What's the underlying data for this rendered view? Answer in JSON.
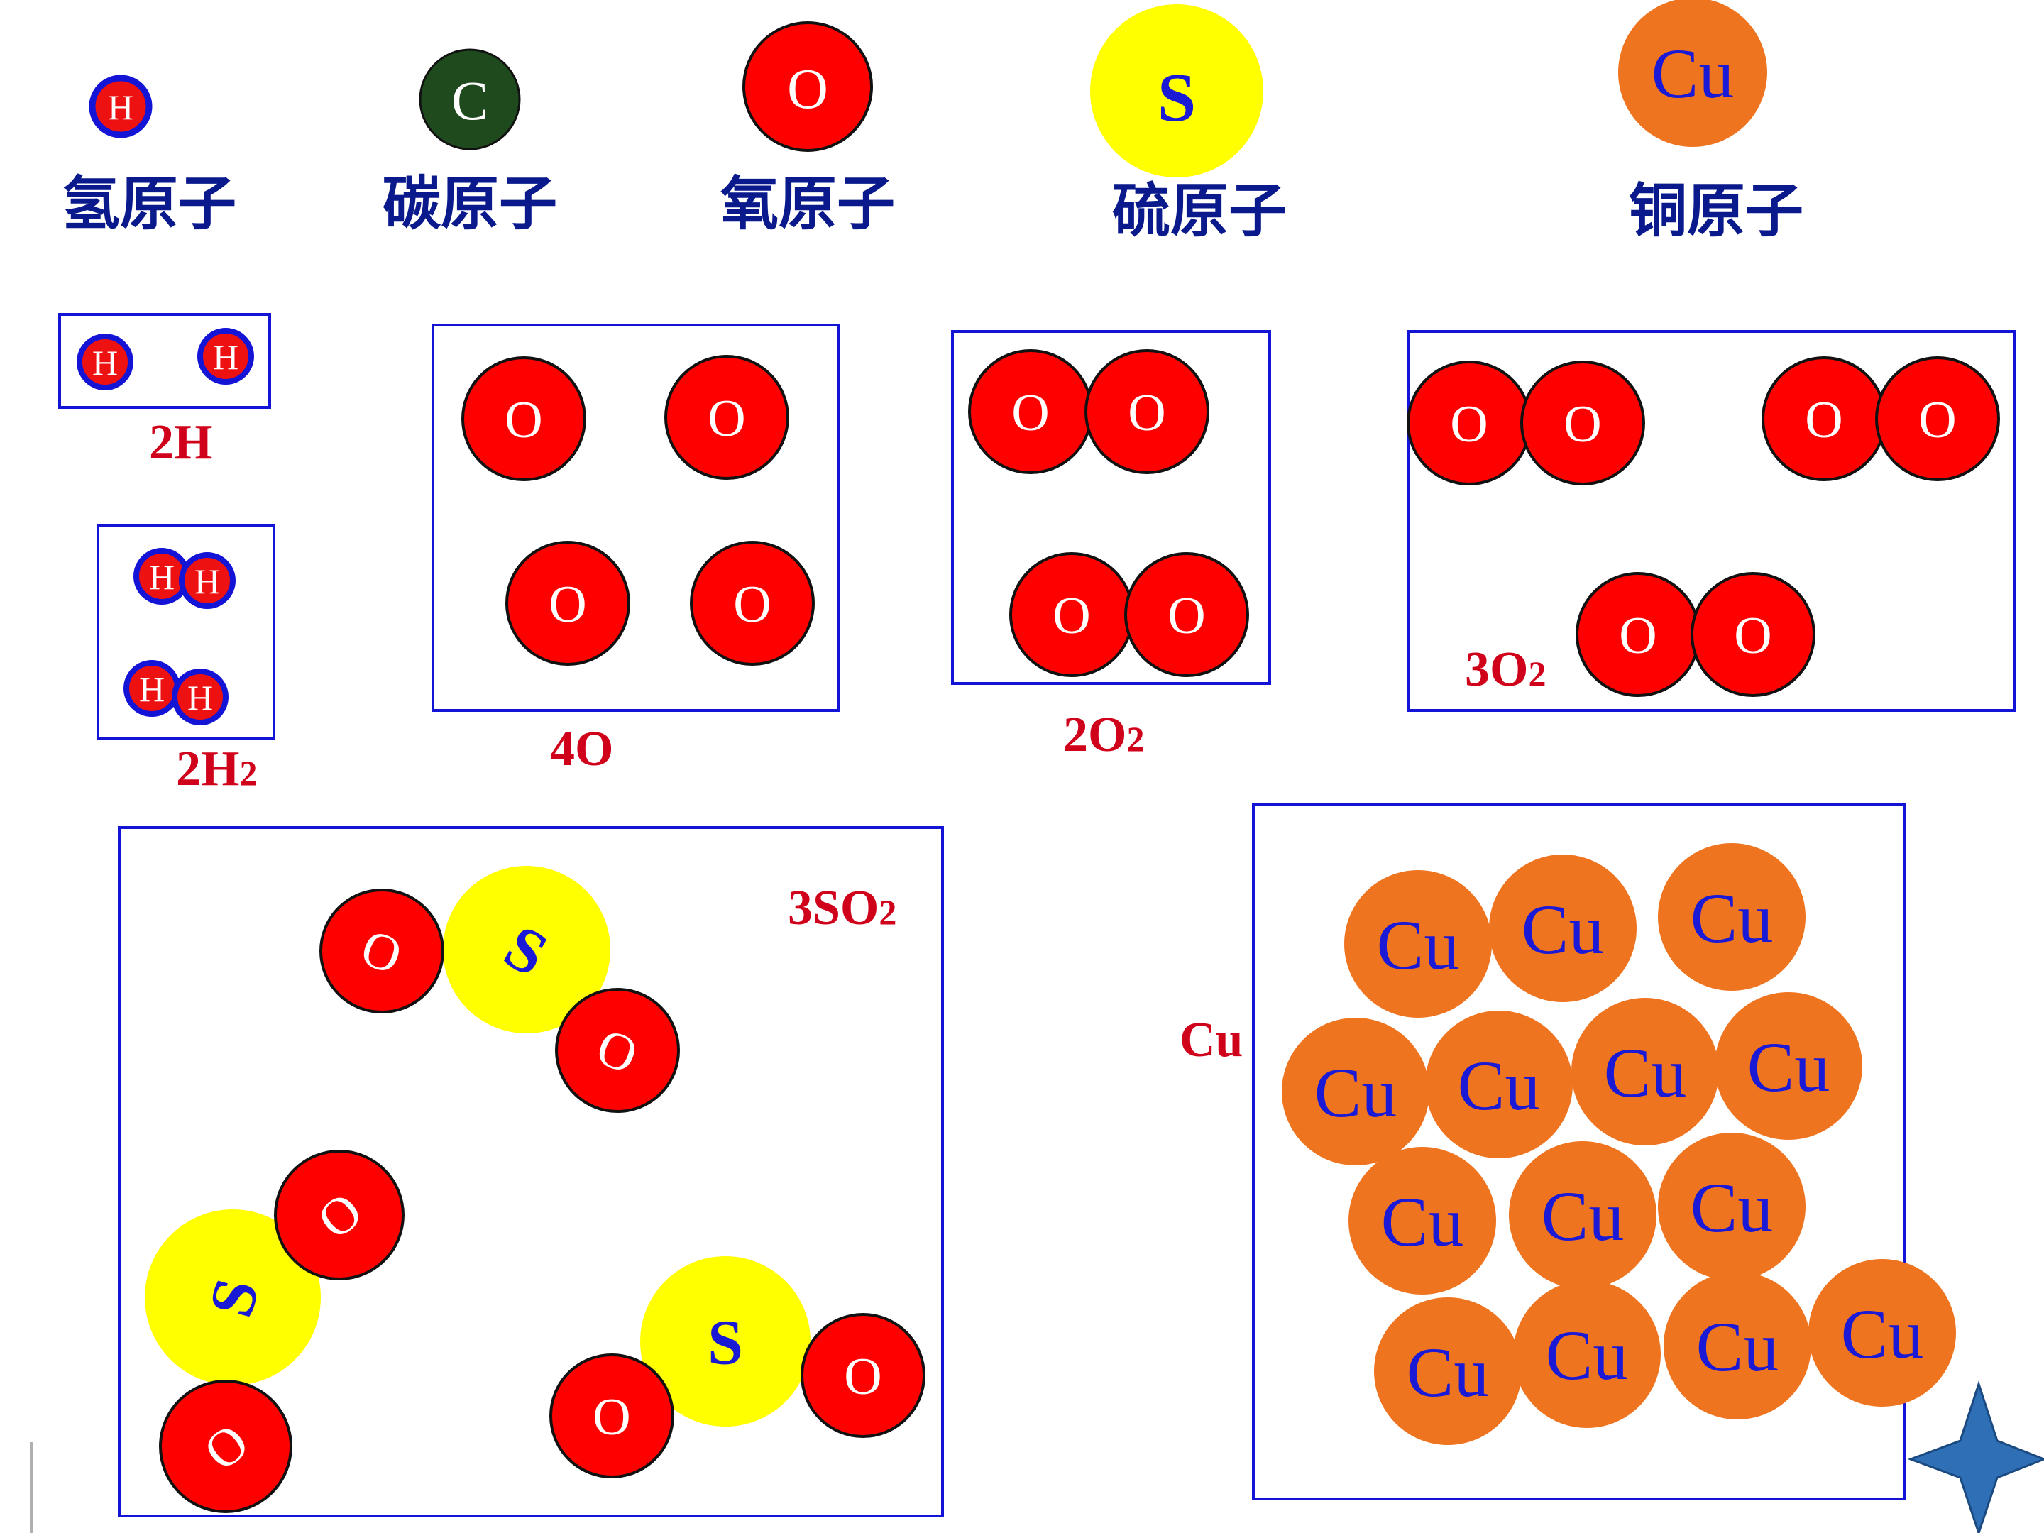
{
  "colors": {
    "hydrogen": "#ee1111",
    "carbon": "#1e4a1e",
    "oxygen": "#ff0000",
    "sulfur": "#ffff00",
    "copper": "#ef7420",
    "box_border": "#1414d6",
    "red_text": "#d0021b",
    "legend_text": "#0a1a8c",
    "atom_letter_blue": "#1a1ad6",
    "atom_letter_white": "#ffffff",
    "star": "#2e6fb5"
  },
  "legend": {
    "hydrogen": {
      "symbol": "H",
      "name": "氢原子"
    },
    "carbon": {
      "symbol": "C",
      "name": "碳原子"
    },
    "oxygen": {
      "symbol": "O",
      "name": "氧原子"
    },
    "sulfur": {
      "symbol": "S",
      "name": "硫原子"
    },
    "copper": {
      "symbol": "Cu",
      "name": "铜原子"
    }
  },
  "groups": {
    "two_h": {
      "label": "2H",
      "atom_symbol": "H"
    },
    "two_h2": {
      "label": "2H",
      "subscript": "2",
      "atom_symbol": "H"
    },
    "four_o": {
      "label": "4O",
      "atom_symbol": "O"
    },
    "two_o2": {
      "label": "2O",
      "subscript": "2",
      "atom_symbol": "O"
    },
    "three_o2": {
      "label": "3O",
      "subscript": "2",
      "atom_symbol": "O"
    },
    "three_so2": {
      "label": "3SO",
      "subscript": "2",
      "o_symbol": "O",
      "s_symbol": "S"
    },
    "copper": {
      "label": "Cu",
      "atom_symbol": "Cu"
    }
  }
}
